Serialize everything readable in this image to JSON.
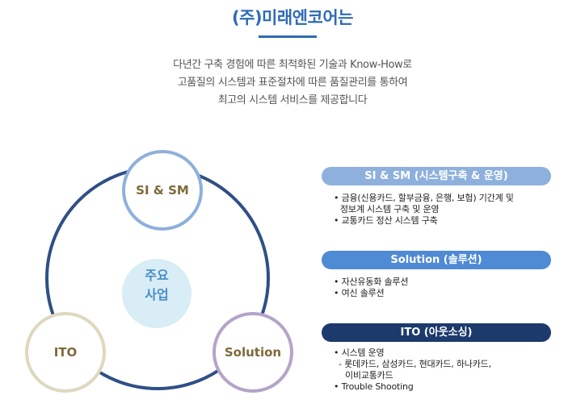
{
  "header": {
    "title": "(주)미래엔코어는",
    "intro": [
      "다년간 구축 경험에  따른 최적화된 기술과 Know-How로",
      "고품질의 시스템과 표준절차에 따른 품질관리를 통하여",
      "최고의 시스템 서비스를 제공합니다"
    ]
  },
  "diagram": {
    "center": [
      "주요",
      "사업"
    ],
    "nodes": {
      "si_sm": "SI & SM",
      "ito": "ITO",
      "solution": "Solution"
    },
    "colors": {
      "ring": "#2f4f86",
      "si_sm_ring": "#8eb0dc",
      "ito_ring": "#ded8bf",
      "solution_ring": "#b3a4c8",
      "center_fill": "#d8edf5"
    }
  },
  "sections": {
    "si_sm": {
      "heading": "SI & SM (시스템구축 & 운영)",
      "lines": [
        "• 금융(신용카드, 할부금융, 은행, 보험) 기간계 및",
        "   정보계 시스템 구축 및 운영",
        "• 교통카드 정산 시스템 구축"
      ]
    },
    "solution": {
      "heading": "Solution (솔루션)",
      "lines": [
        "• 자산유동화 솔루션",
        "• 여신 솔루션"
      ]
    },
    "ito": {
      "heading": "ITO (아웃소싱)",
      "lines": [
        "• 시스템 운영",
        "  - 롯데카드, 삼성카드, 현대카드, 하나카드,",
        "     이비교통카드",
        "• Trouble Shooting"
      ]
    }
  }
}
